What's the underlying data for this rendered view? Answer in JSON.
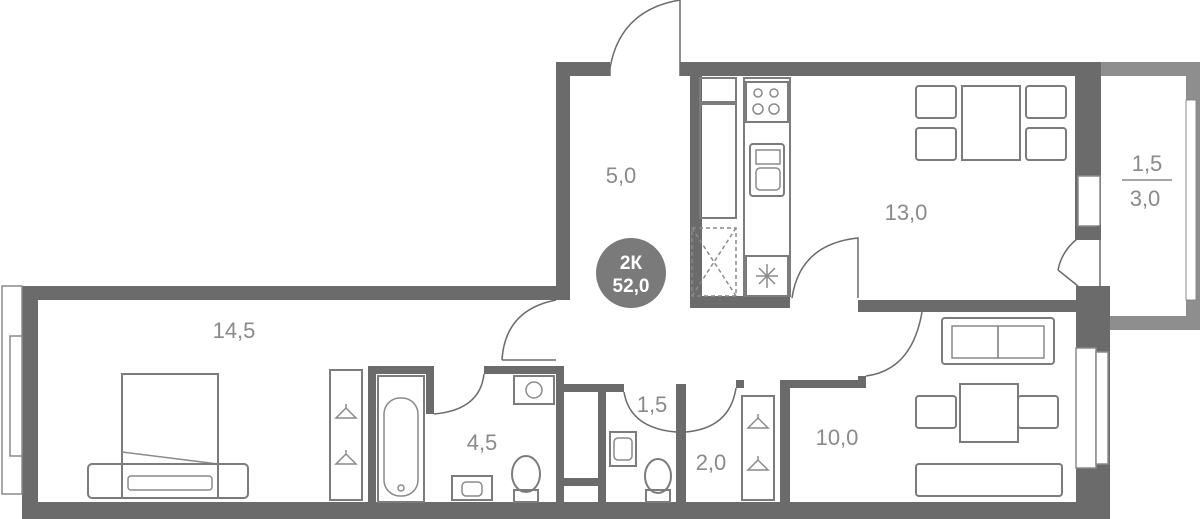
{
  "apartment": {
    "type_label": "2К",
    "total_area": "52,0"
  },
  "rooms": [
    {
      "id": "hall",
      "area": "5,0"
    },
    {
      "id": "kitchen",
      "area": "13,0"
    },
    {
      "id": "balcony-top",
      "area": "1,5"
    },
    {
      "id": "balcony-bottom",
      "area": "3,0"
    },
    {
      "id": "bedroom",
      "area": "14,5"
    },
    {
      "id": "bathroom",
      "area": "4,5"
    },
    {
      "id": "wc",
      "area": "1,5"
    },
    {
      "id": "closet",
      "area": "2,0"
    },
    {
      "id": "living",
      "area": "10,0"
    }
  ],
  "colors": {
    "wall": "#6b6b6b",
    "badge": "#7a7a7a",
    "label": "#8a8a8a",
    "background": "#ffffff"
  },
  "icons": [
    "stove-icon",
    "sink-icon",
    "fridge-icon",
    "bed-icon",
    "bathtub-icon",
    "toilet-icon",
    "washing-machine-icon",
    "sofa-icon",
    "dining-table-icon",
    "hanger-icon",
    "washbasin-icon"
  ]
}
